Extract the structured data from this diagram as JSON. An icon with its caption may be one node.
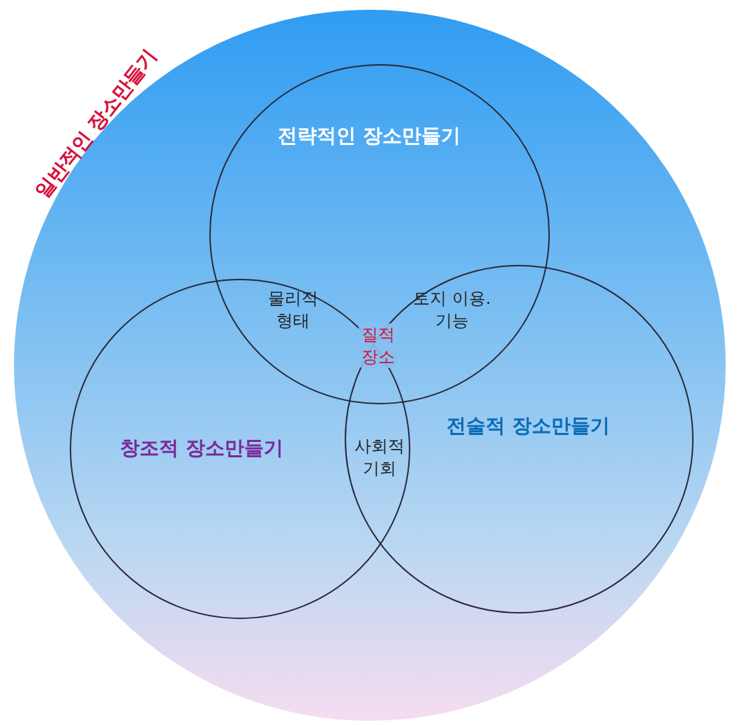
{
  "diagram": {
    "nodes": [
      {
        "text": [
          "일반적인 장소만들기"
        ]
      },
      {
        "text": [
          "전략적인 장소만들기"
        ],
        "in": 0
      },
      {
        "text": [
          "창조적 장소만들기"
        ],
        "in": 0
      },
      {
        "text": [
          "전술적 장소만들기"
        ],
        "in": 0
      }
    ],
    "labels": [
      "물리적 형태",
      "토지 이용. 기능",
      "질적 장소",
      "사회적 기회"
    ]
  }
}
